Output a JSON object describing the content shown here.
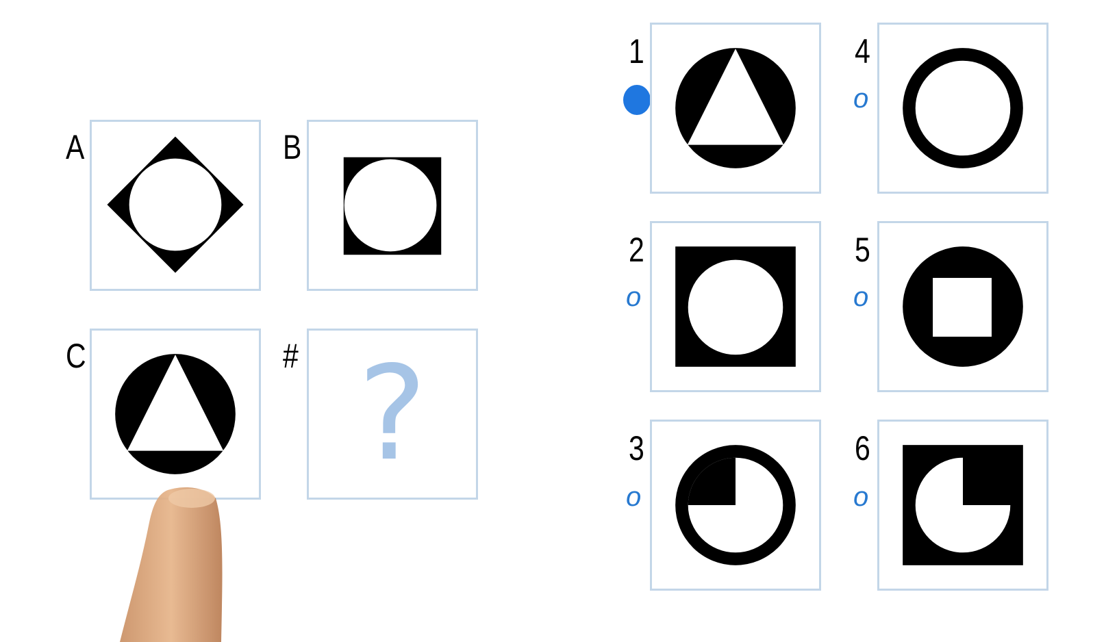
{
  "question": {
    "labels": [
      "A",
      "B",
      "C",
      "#"
    ],
    "unknown_mark": "?"
  },
  "options": {
    "numbers": [
      "1",
      "2",
      "3",
      "4",
      "5",
      "6"
    ],
    "radio_mark": "o",
    "selected": "1"
  },
  "colors": {
    "panel_border": "#c3d6e8",
    "shape_fill": "#000000",
    "radio_color": "#2779d0",
    "selected_radio": "#1f77e0",
    "question_mark": "#a6c4e6"
  }
}
